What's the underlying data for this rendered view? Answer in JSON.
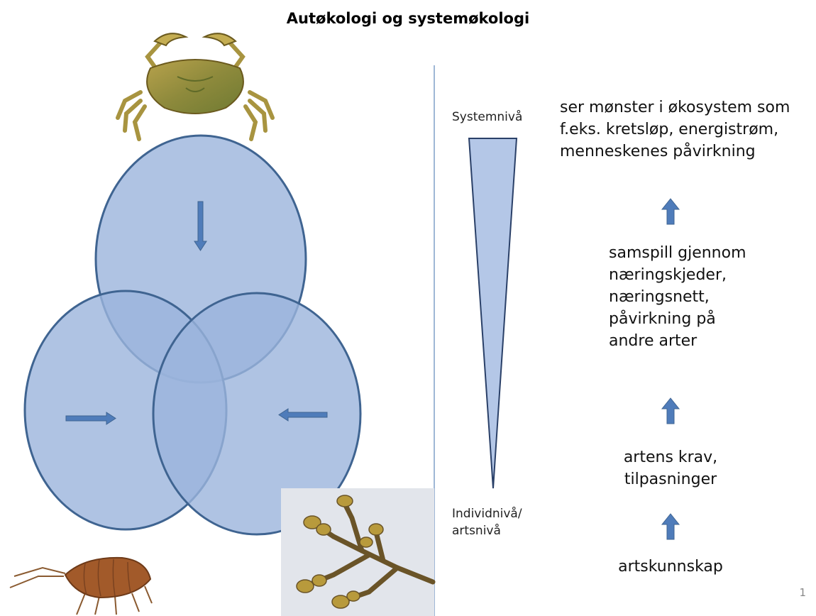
{
  "slide": {
    "title": "Autøkologi og systemøkologi",
    "page_number": "1"
  },
  "levels": {
    "top": "Systemnivå",
    "bottom_line1": "Individnivå/",
    "bottom_line2": "artsnivå"
  },
  "steps": [
    {
      "lines": [
        "ser mønster i økosystem som",
        "f.eks. kretsløp, energistrøm,",
        "menneskenes påvirkning"
      ]
    },
    {
      "lines": [
        "samspill gjennom",
        "næringskjeder,",
        "næringsnett,",
        "påvirkning på",
        "andre arter"
      ]
    },
    {
      "lines": [
        "artens krav,",
        "tilpasninger"
      ]
    },
    {
      "lines": [
        "artskunnskap"
      ]
    }
  ],
  "images": {
    "crab": "crab-photo",
    "seaweed": "seaweed-photo",
    "amphipod": "amphipod-photo"
  },
  "colors": {
    "circle_fill": "#9bb4dc",
    "circle_stroke": "#3f6491",
    "arrow": "#4f7cba"
  }
}
